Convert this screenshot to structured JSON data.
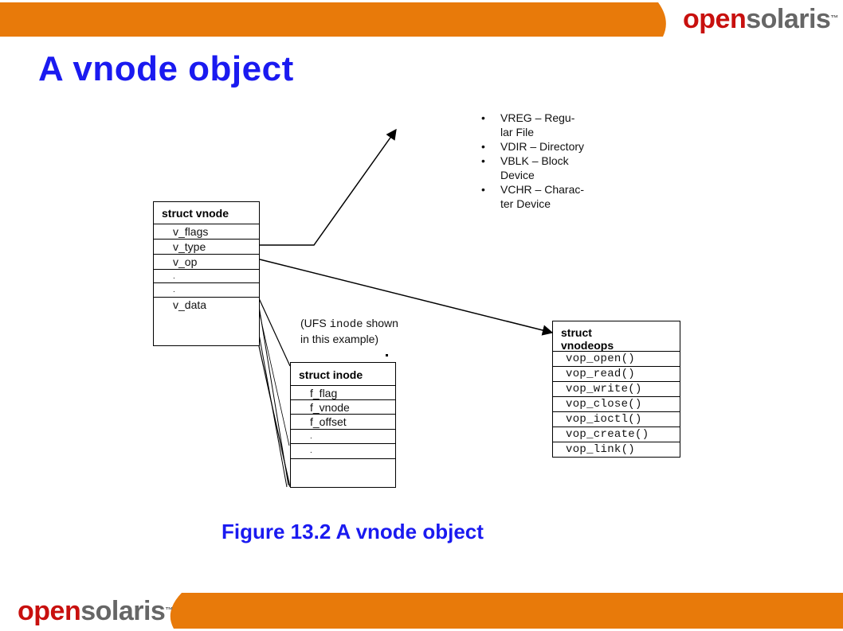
{
  "slide": {
    "title": "A vnode object",
    "brand": {
      "part1": "open",
      "part2": "solaris",
      "tm": "™"
    },
    "caption": "Figure 13.2 A vnode object",
    "colors": {
      "band": "#e87a0a",
      "title": "#1a1af0",
      "brand_red": "#c8100e",
      "brand_gray": "#666666"
    }
  },
  "diagram": {
    "vnode": {
      "header": "struct vnode",
      "fields": [
        "v_flags",
        "v_type",
        "v_op",
        ".",
        ".",
        "v_data"
      ]
    },
    "vnodeops": {
      "header_line1": "struct",
      "header_line2": "vnodeops",
      "methods": [
        "vop_open()",
        "vop_read()",
        "vop_write()",
        "vop_close()",
        "vop_ioctl()",
        "vop_create()",
        "vop_link()"
      ]
    },
    "inode": {
      "header": "struct inode",
      "fields": [
        "f_flag",
        "f_vnode",
        "f_offset",
        ".",
        "."
      ]
    },
    "ufs_note": {
      "part1": "(UFS ",
      "code": "inode",
      "part2": " shown",
      "line2": "in this example)"
    },
    "types": [
      {
        "line1": "VREG – Regu-",
        "line2": "lar File"
      },
      {
        "line1": "VDIR – Directory",
        "line2": ""
      },
      {
        "line1": "VBLK – Block",
        "line2": "Device"
      },
      {
        "line1": "VCHR – Charac-",
        "line2": "ter Device"
      }
    ]
  }
}
